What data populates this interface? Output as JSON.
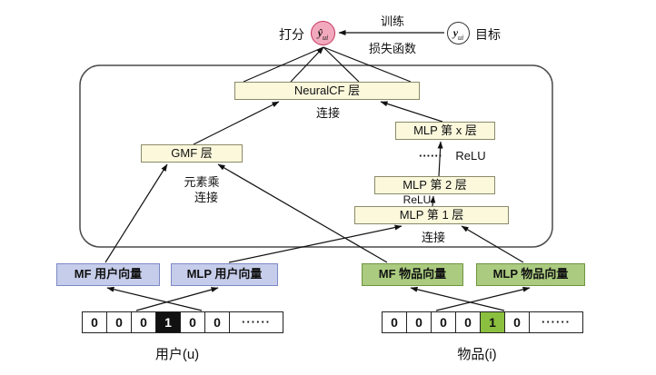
{
  "top": {
    "score_label": "打分",
    "y_hat_base": "ŷ",
    "y_hat_sub": "ui",
    "train_label": "训练",
    "loss_label": "损失函数",
    "y_base": "y",
    "y_sub": "ui",
    "target_label": "目标"
  },
  "network": {
    "neuralcf": "NeuralCF 层",
    "concat_top": "连接",
    "gmf": "GMF 层",
    "elementwise": "元素乘",
    "concat_gmf": "连接",
    "mlp_x": "MLP 第 x 层",
    "dots": "······",
    "relu_top": "ReLU",
    "relu_mid": "ReLU",
    "mlp_2": "MLP 第 2 层",
    "mlp_1": "MLP 第 1 层",
    "concat_mlp": "连接"
  },
  "embeddings": {
    "mf_user": "MF 用户向量",
    "mlp_user": "MLP 用户向量",
    "mf_item": "MF 物品向量",
    "mlp_item": "MLP 物品向量"
  },
  "onehot": {
    "user": {
      "cells": [
        "0",
        "0",
        "0",
        "1",
        "0",
        "0"
      ],
      "hot_index": 3,
      "ellipsis": "······",
      "label": "用户(u)"
    },
    "item": {
      "cells": [
        "0",
        "0",
        "0",
        "0",
        "1",
        "0"
      ],
      "hot_index": 4,
      "ellipsis": "······",
      "label": "物品(i)"
    }
  },
  "colors": {
    "cream_layer": "#fbf8dc",
    "lavender_user": "#c6cdeb",
    "green_item": "#abcb80",
    "pink_node": "#f3a9bd",
    "hot_user_cell": "#111111",
    "hot_item_cell": "#8bbf3f"
  }
}
